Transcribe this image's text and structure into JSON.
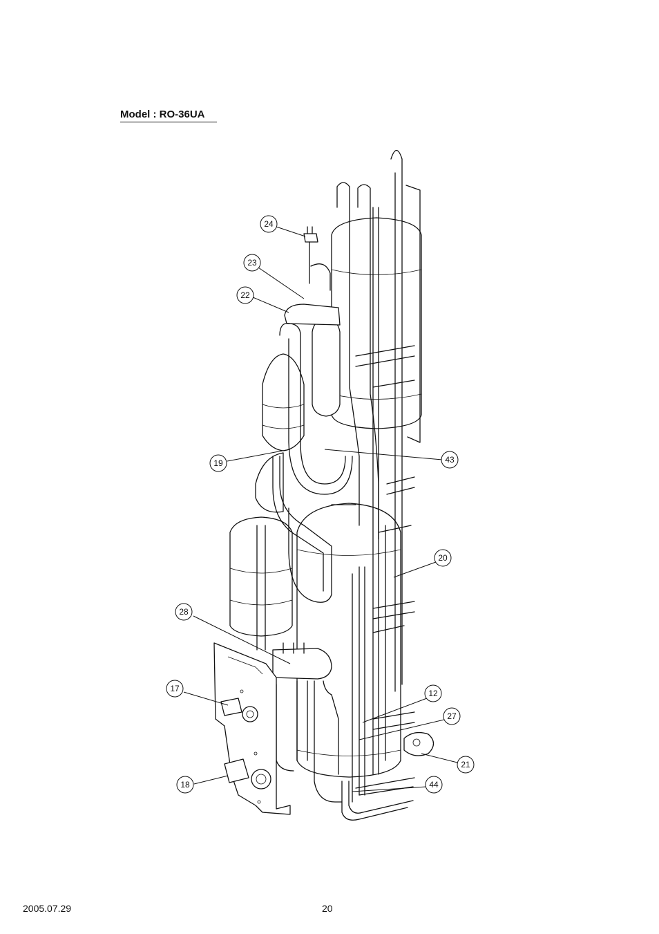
{
  "header": {
    "model_title": "Model : RO-36UA"
  },
  "footer": {
    "date": "2005.07.29",
    "page_number": "20"
  },
  "callouts": [
    {
      "id": "callout-24",
      "label": "24"
    },
    {
      "id": "callout-23",
      "label": "23"
    },
    {
      "id": "callout-22",
      "label": "22"
    },
    {
      "id": "callout-19",
      "label": "19"
    },
    {
      "id": "callout-43",
      "label": "43"
    },
    {
      "id": "callout-20",
      "label": "20"
    },
    {
      "id": "callout-28",
      "label": "28"
    },
    {
      "id": "callout-17",
      "label": "17"
    },
    {
      "id": "callout-12",
      "label": "12"
    },
    {
      "id": "callout-27",
      "label": "27"
    },
    {
      "id": "callout-21",
      "label": "21"
    },
    {
      "id": "callout-18",
      "label": "18"
    },
    {
      "id": "callout-44",
      "label": "44"
    }
  ]
}
